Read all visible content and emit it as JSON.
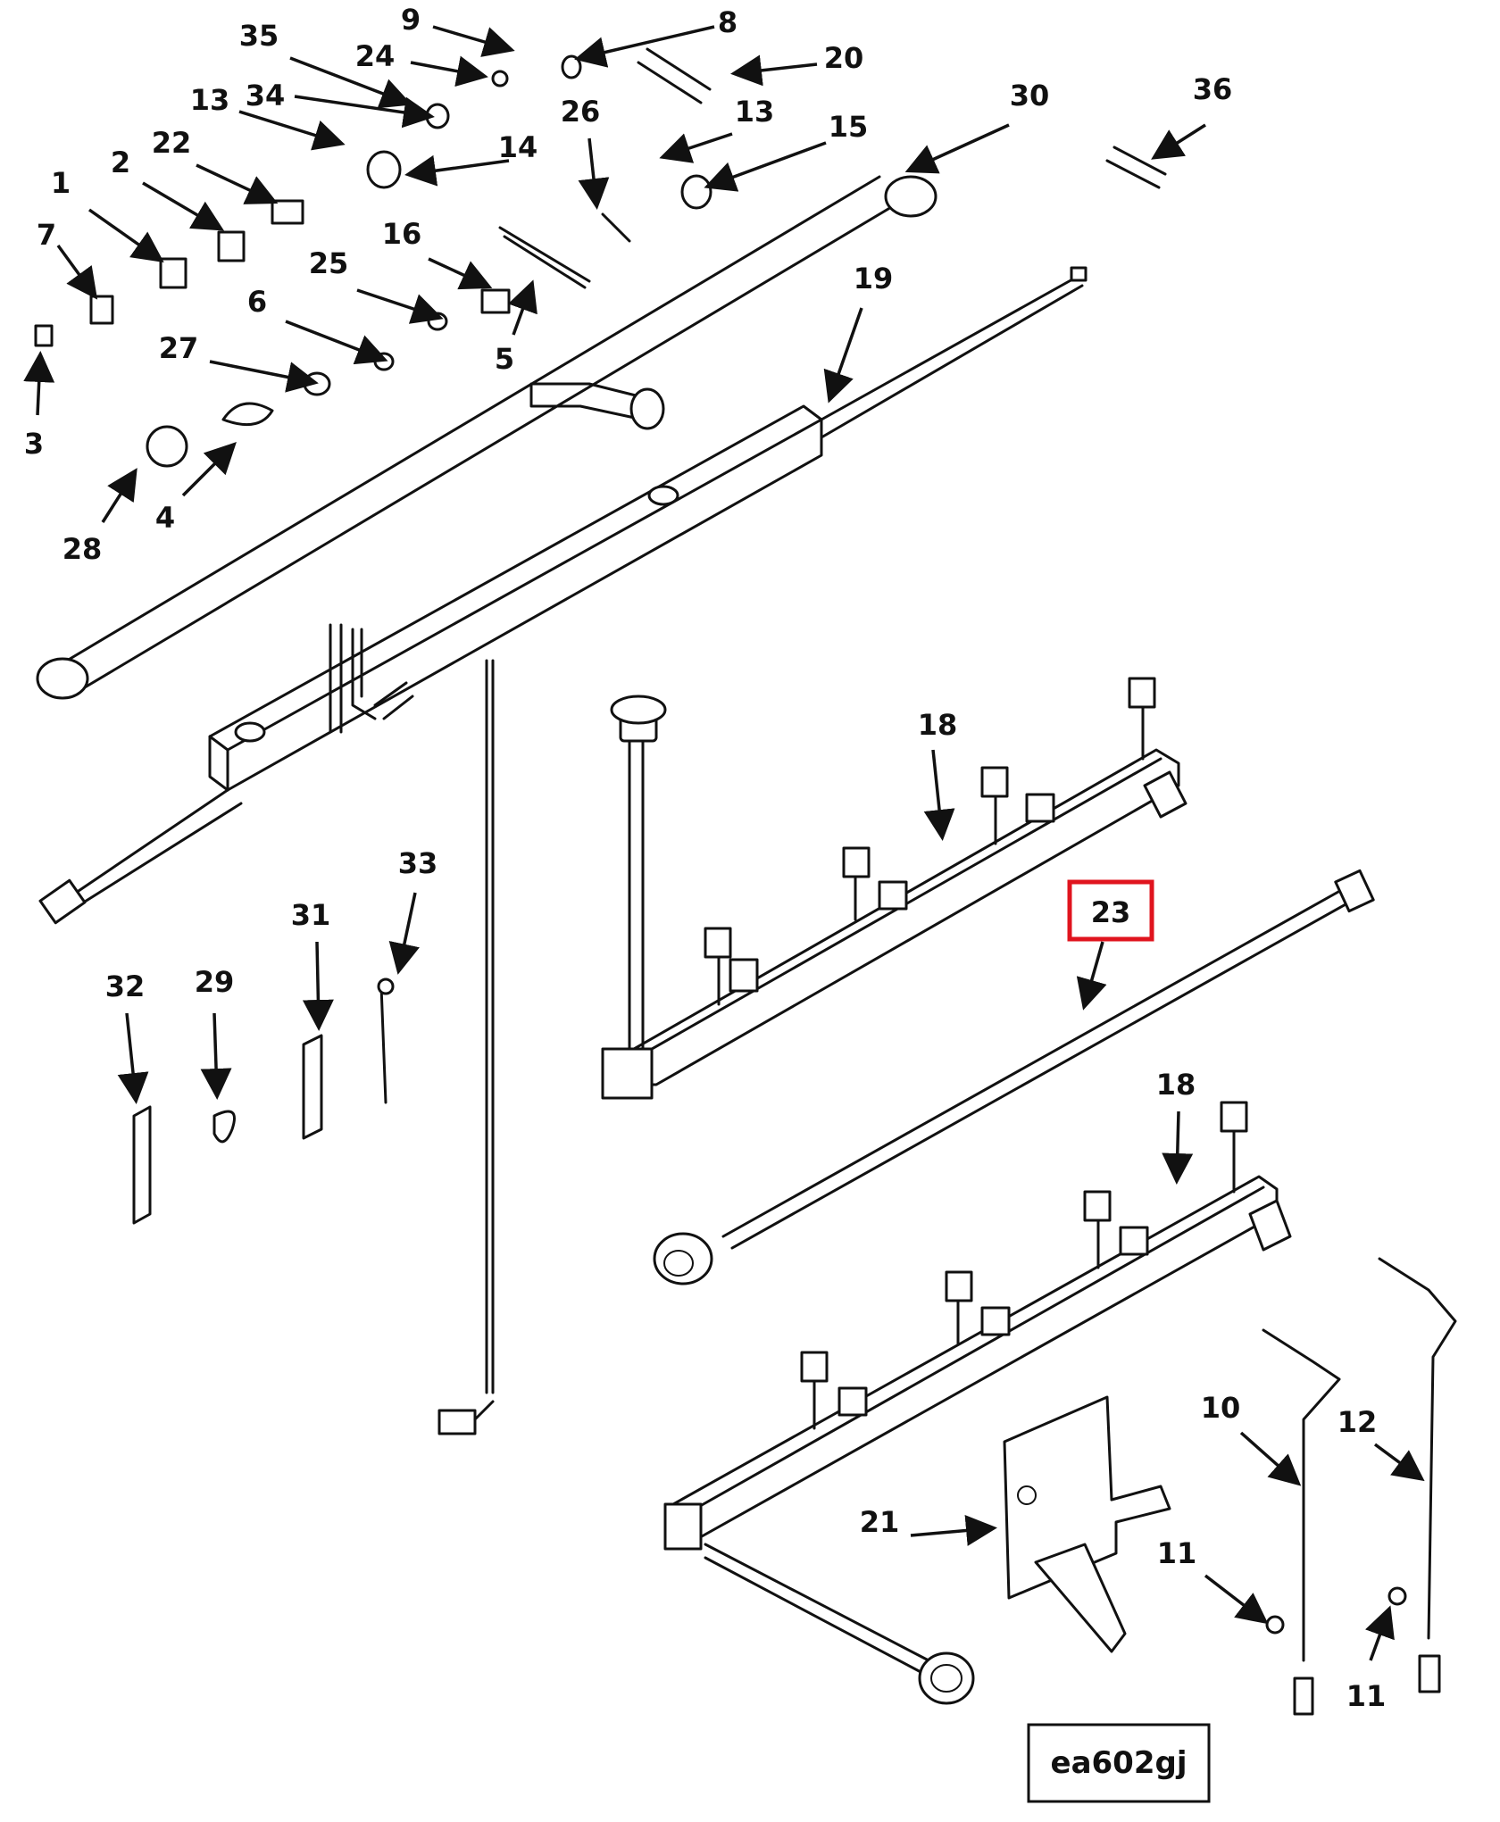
{
  "figure": {
    "reference_code": "ea602gj",
    "highlight_color": "#e0141e",
    "highlighted_callout": "23"
  },
  "callouts": [
    {
      "id": "c35",
      "label": "35"
    },
    {
      "id": "c9",
      "label": "9"
    },
    {
      "id": "c8",
      "label": "8"
    },
    {
      "id": "c24",
      "label": "24"
    },
    {
      "id": "c20",
      "label": "20"
    },
    {
      "id": "c13a",
      "label": "13"
    },
    {
      "id": "c34",
      "label": "34"
    },
    {
      "id": "c26",
      "label": "26"
    },
    {
      "id": "c13b",
      "label": "13"
    },
    {
      "id": "c30",
      "label": "30"
    },
    {
      "id": "c36",
      "label": "36"
    },
    {
      "id": "c22",
      "label": "22"
    },
    {
      "id": "c14",
      "label": "14"
    },
    {
      "id": "c15",
      "label": "15"
    },
    {
      "id": "c2",
      "label": "2"
    },
    {
      "id": "c1",
      "label": "1"
    },
    {
      "id": "c7",
      "label": "7"
    },
    {
      "id": "c16",
      "label": "16"
    },
    {
      "id": "c25",
      "label": "25"
    },
    {
      "id": "c19",
      "label": "19"
    },
    {
      "id": "c6",
      "label": "6"
    },
    {
      "id": "c27",
      "label": "27"
    },
    {
      "id": "c5",
      "label": "5"
    },
    {
      "id": "c3",
      "label": "3"
    },
    {
      "id": "c28",
      "label": "28"
    },
    {
      "id": "c4",
      "label": "4"
    },
    {
      "id": "c18a",
      "label": "18"
    },
    {
      "id": "c23",
      "label": "23"
    },
    {
      "id": "c33",
      "label": "33"
    },
    {
      "id": "c31",
      "label": "31"
    },
    {
      "id": "c32",
      "label": "32"
    },
    {
      "id": "c29",
      "label": "29"
    },
    {
      "id": "c18b",
      "label": "18"
    },
    {
      "id": "c10",
      "label": "10"
    },
    {
      "id": "c12",
      "label": "12"
    },
    {
      "id": "c21",
      "label": "21"
    },
    {
      "id": "c11a",
      "label": "11"
    },
    {
      "id": "c11b",
      "label": "11"
    }
  ]
}
